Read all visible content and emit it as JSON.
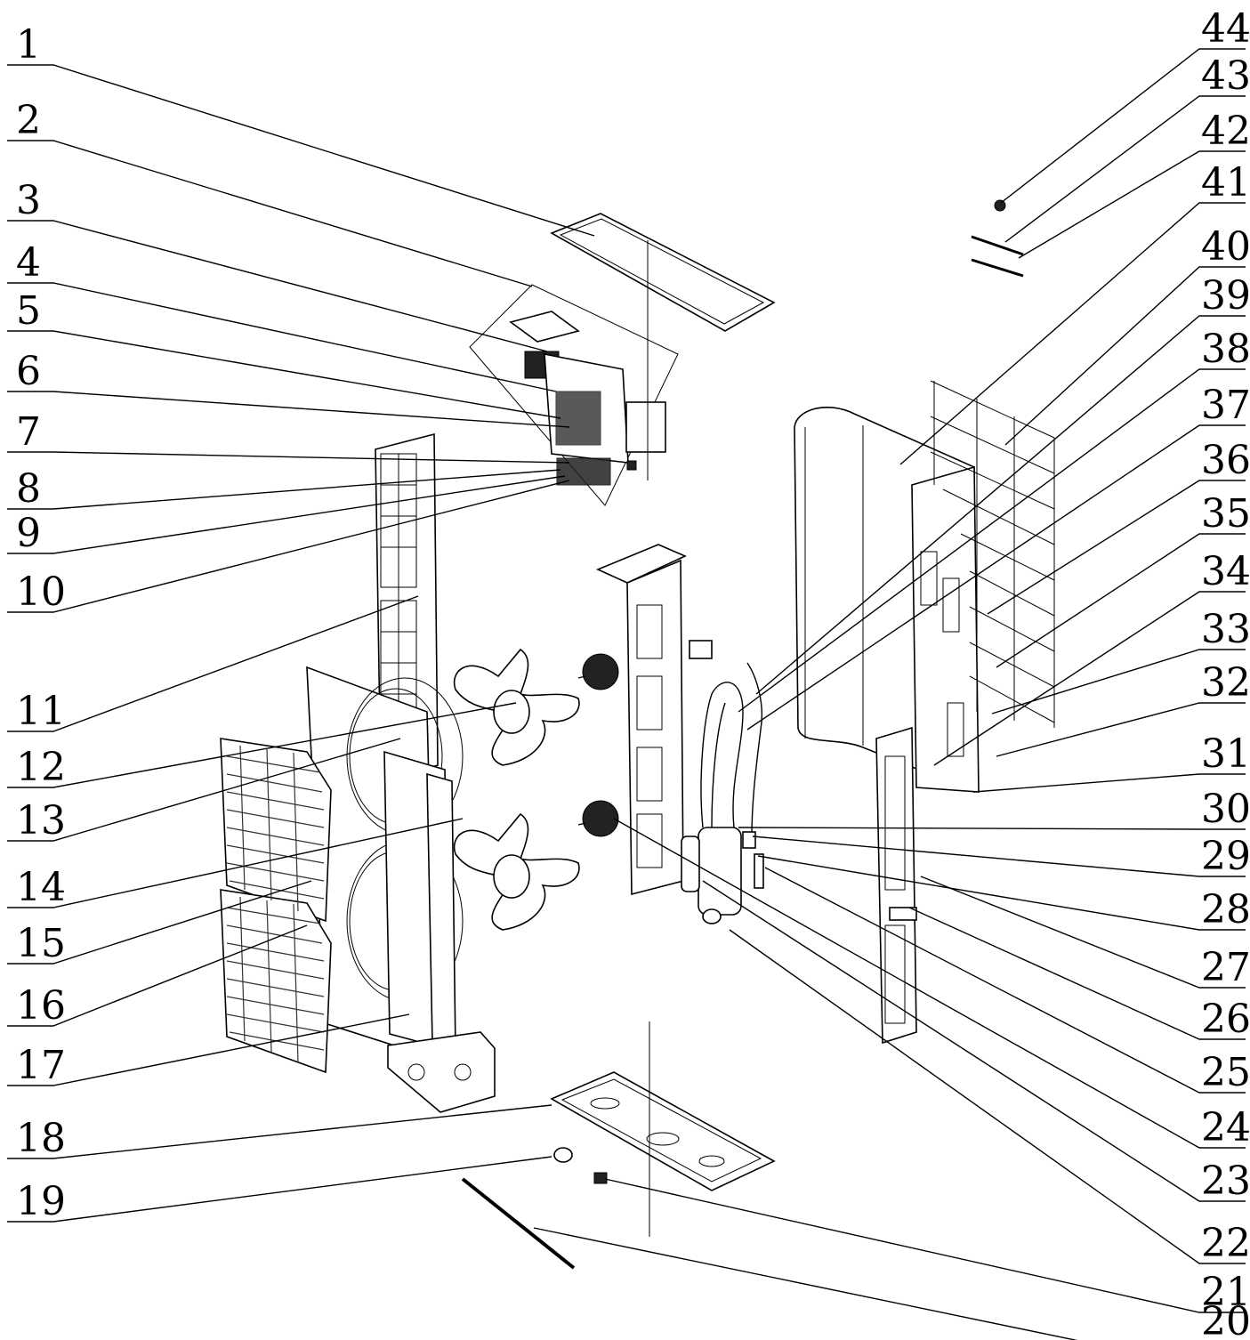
{
  "diagram": {
    "left_labels": [
      "1",
      "2",
      "3",
      "4",
      "5",
      "6",
      "7",
      "8",
      "9",
      "10",
      "11",
      "12",
      "13",
      "14",
      "15",
      "16",
      "17",
      "18",
      "19"
    ],
    "right_labels": [
      "44",
      "43",
      "42",
      "41",
      "40",
      "39",
      "38",
      "37",
      "36",
      "35",
      "34",
      "33",
      "32",
      "31",
      "30",
      "29",
      "28",
      "27",
      "26",
      "25",
      "24",
      "23",
      "22",
      "21",
      "20"
    ],
    "colors": {
      "ink": "#000000",
      "background": "#ffffff"
    }
  }
}
